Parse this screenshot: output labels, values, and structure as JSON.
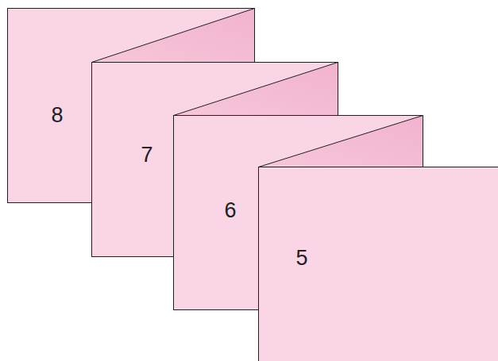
{
  "diagram": {
    "nodes": [
      {
        "text": [
          "8"
        ]
      },
      {
        "text": [
          "7"
        ]
      },
      {
        "text": [
          "6"
        ]
      },
      {
        "text": [
          "5"
        ]
      }
    ]
  }
}
